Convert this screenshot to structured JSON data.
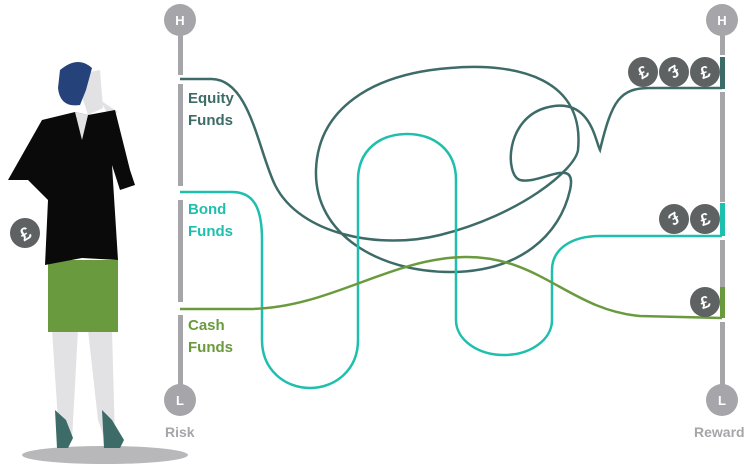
{
  "risk_axis": {
    "top": "H",
    "bottom": "L",
    "label": "Risk"
  },
  "reward_axis": {
    "top": "H",
    "bottom": "L",
    "label": "Reward"
  },
  "funds": [
    {
      "line1": "Equity",
      "line2": "Funds",
      "color": "#3d6b68",
      "reward_coins": 3
    },
    {
      "line1": "Bond",
      "line2": "Funds",
      "color": "#1fbfad",
      "reward_coins": 2
    },
    {
      "line1": "Cash",
      "line2": "Funds",
      "color": "#6a9a3e",
      "reward_coins": 1
    }
  ],
  "coin_symbol": "£",
  "colors": {
    "axis": "#a6a6aa",
    "coin": "#5f6263",
    "jacket": "#0a0a0a",
    "skirt": "#6a9a3e",
    "hair": "#25427a",
    "shoes": "#3d6b68"
  }
}
